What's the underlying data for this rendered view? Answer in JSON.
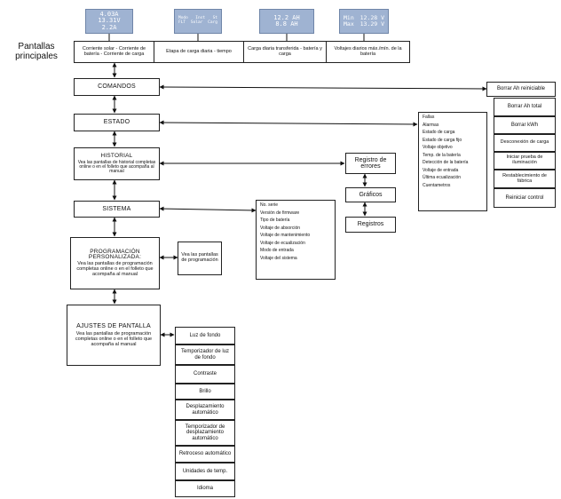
{
  "heading": {
    "line1": "Pantallas",
    "line2": "principales"
  },
  "lcds": [
    {
      "rows": [
        [
          "4.03A"
        ],
        [
          "13.31V"
        ],
        [
          "2.2A"
        ]
      ]
    },
    {
      "rows": [
        [
          "Modo",
          "Inst",
          "St"
        ],
        [
          "FLT",
          "Solar",
          "Carg"
        ]
      ]
    },
    {
      "rows": [
        [
          "12.2 AH"
        ],
        [
          "8.8 AH"
        ]
      ]
    },
    {
      "rows": [
        [
          "Min",
          "12.28 V"
        ],
        [
          "Max",
          "13.29 V"
        ]
      ]
    }
  ],
  "top_row": [
    "Corriente solar - Corriente de batería - Corriente de carga",
    "Etapa de carga diaria - tiempo",
    "Carga diaria transferida - batería y carga",
    "Voltajes diarios máx./mín. de la batería"
  ],
  "main": {
    "comandos": "COMANDOS",
    "estado": "ESTADO",
    "historial": {
      "title": "HISTORIAL",
      "sub": "Vea las pantallas de historial completas online o en el folleto que acompaña al manual"
    },
    "sistema": "SISTEMA",
    "programacion": {
      "title": "PROGRAMACIÓN PERSONALIZADA:",
      "sub": "Vea las pantallas de programación completas online o en el folleto que acompaña al manual"
    },
    "ajustes": {
      "title": "AJUSTES DE PANTALLA",
      "sub": "Vea las pantallas de programación completas online o en el folleto que acompaña al manual"
    }
  },
  "prog_note": "Vea las pantallas de programación",
  "commands": [
    "Borrar Ah reiniciable",
    "Borrar Ah total",
    "Borrar kWh",
    "Desconexión de carga",
    "Iniciar prueba de iluminación",
    "Restablecimiento de fábrica",
    "Reiniciar control"
  ],
  "status_list": [
    "Fallas",
    "Alarmas",
    "Estado de carga",
    "Estado de carga fijo",
    "Voltaje objetivo",
    "Temp. de la batería",
    "Detección de la batería",
    "Voltaje de entrada",
    "Última ecualización",
    "Cuentametros"
  ],
  "history_right": {
    "registro": "Registro de errores",
    "graficos": "Gráficos",
    "registros": "Registros"
  },
  "system_list": [
    "No. serie",
    "Versión de firmware",
    "Tipo de batería",
    "Voltaje de absorción",
    "Voltaje de mantenimiento",
    "Voltaje de ecualización",
    "Modo de entrada",
    "Voltaje del sistema"
  ],
  "ajustes_list": [
    "Luz de fondo",
    "Temporizador de luz de fondo",
    "Contraste",
    "Brillo",
    "Desplazamiento automático",
    "Temporizador de desplazamiento automático",
    "Retroceso automático",
    "Unidades de temp.",
    "Idioma"
  ]
}
